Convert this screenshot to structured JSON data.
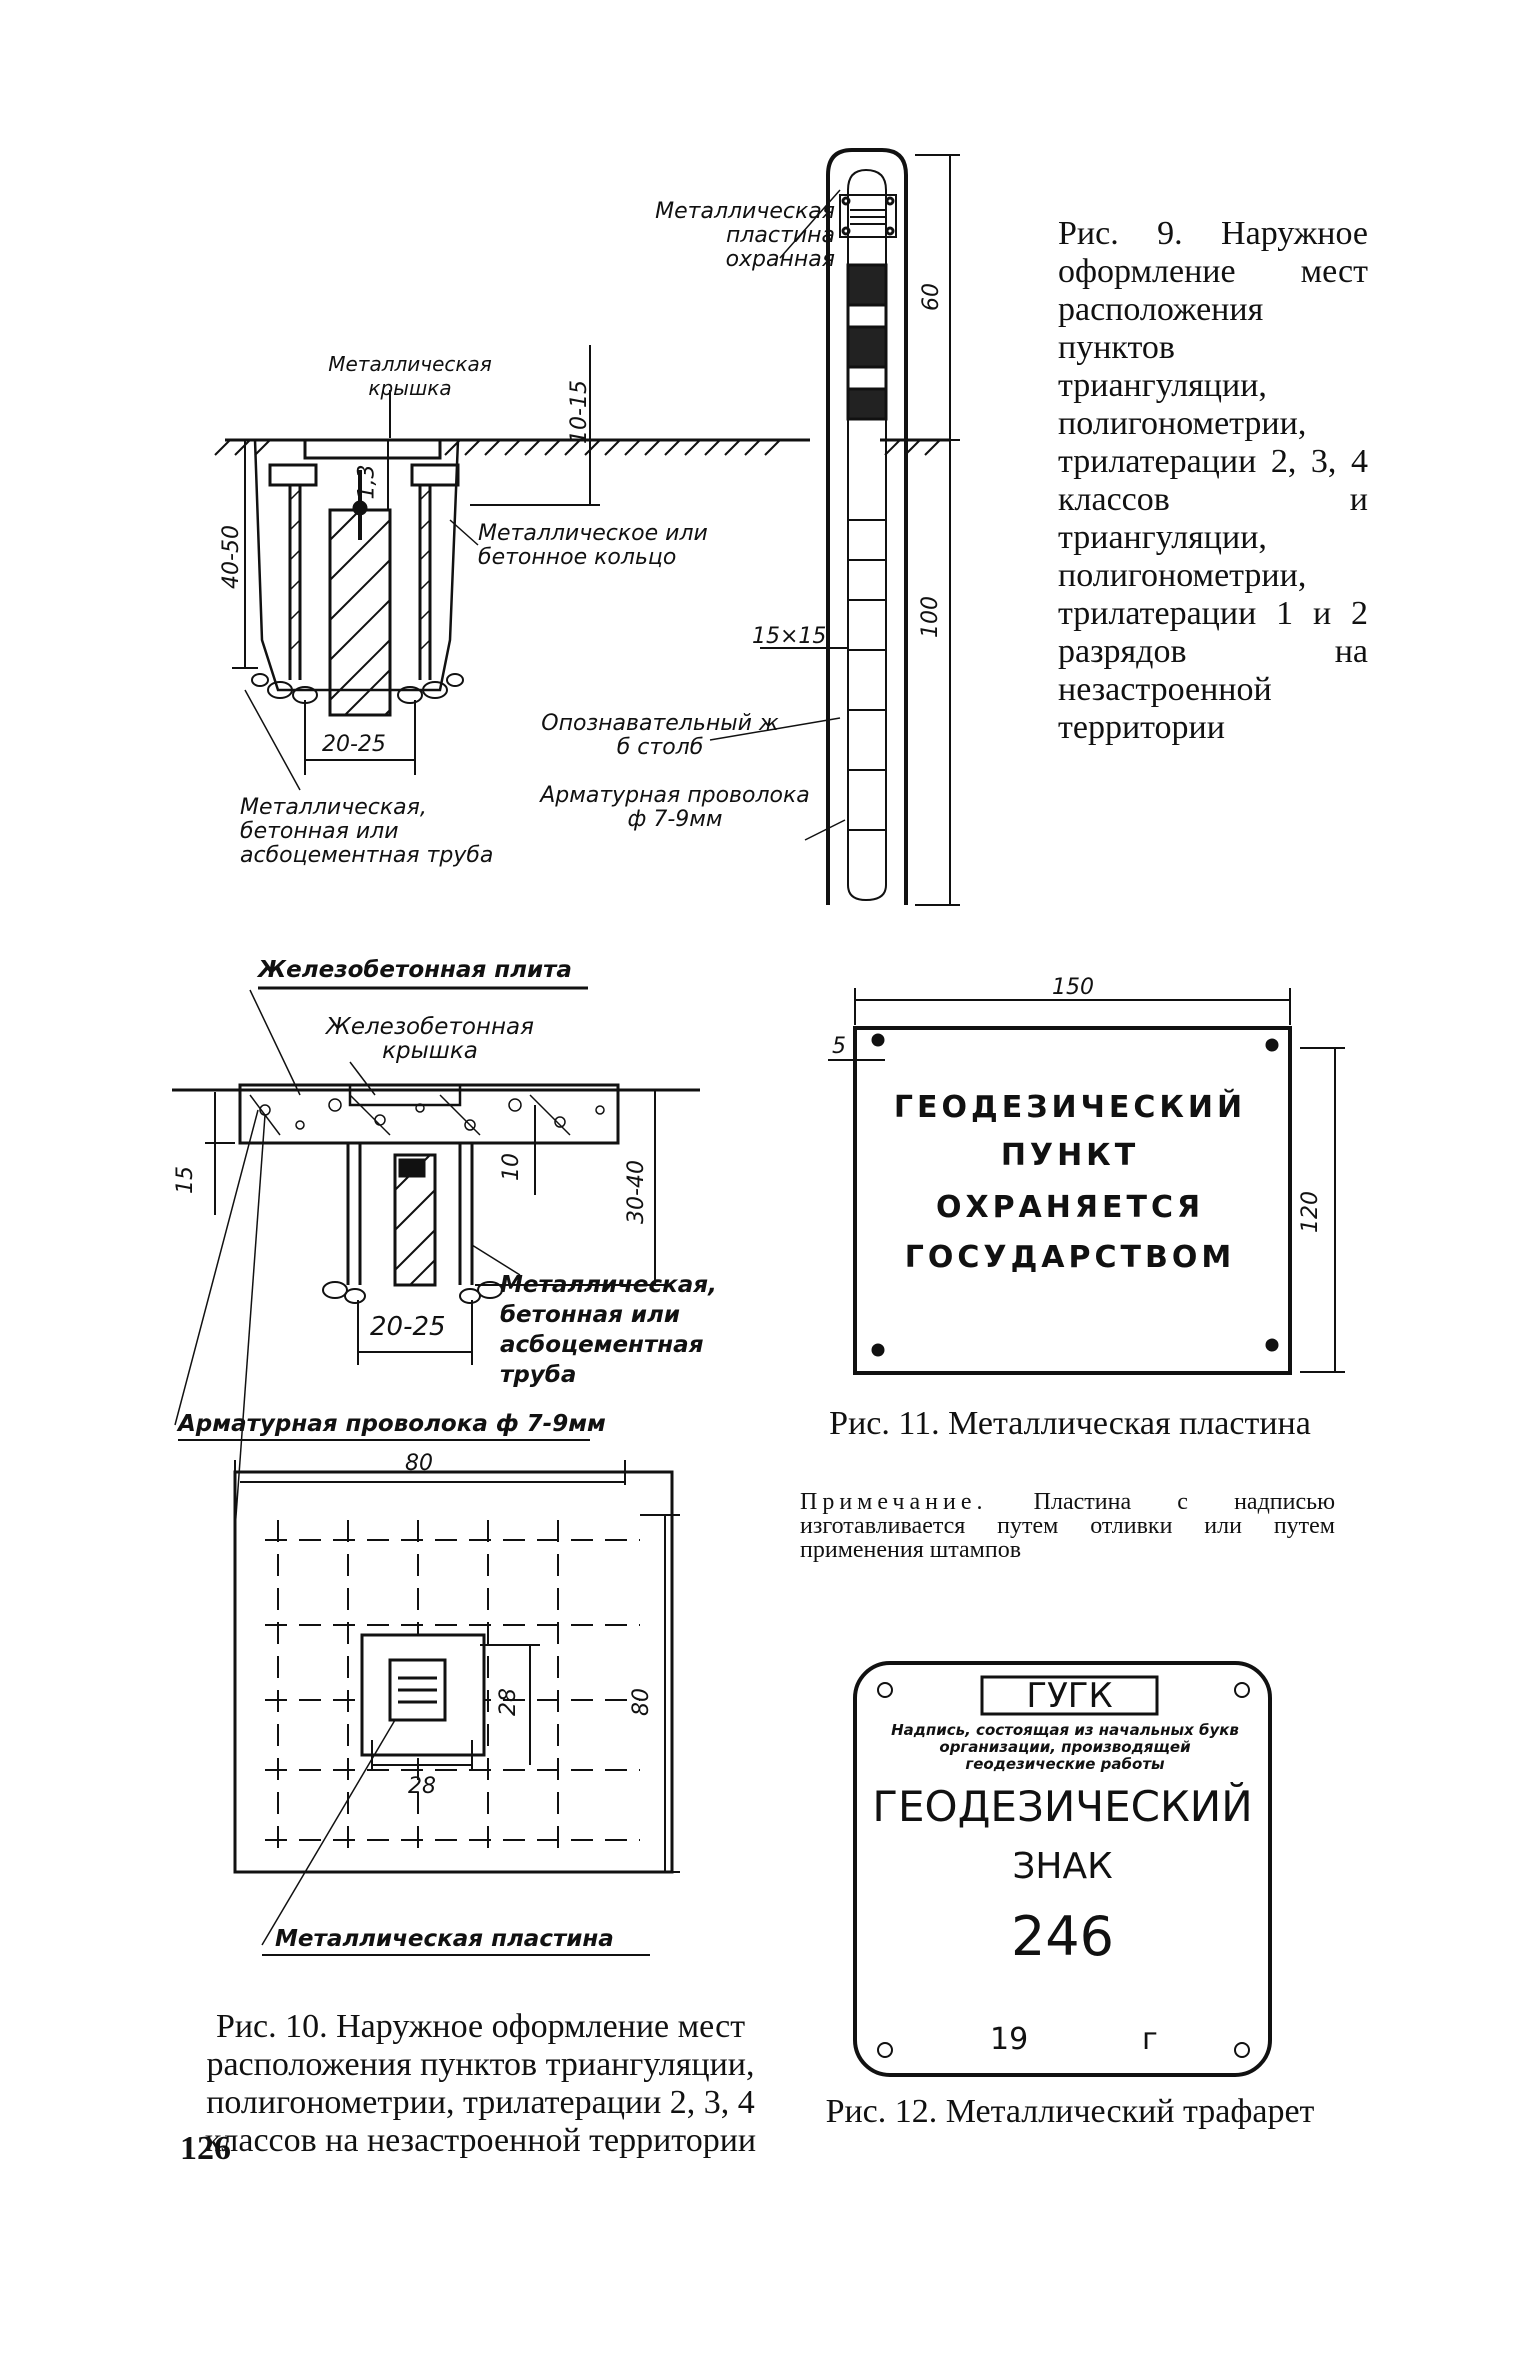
{
  "fig9": {
    "labels": {
      "plate": "Металлическая пластина охранная",
      "cap": "Металлическая крышка",
      "ring": "Металлическое или бетонное кольцо",
      "pillar": "Опознавательный ж б столб",
      "wire": "Арматурная проволока ф 7-9мм",
      "pipe": "Металлическая, бетонная или асбоцементная труба"
    },
    "dims": [
      "10-15",
      "1,3",
      "40-50",
      "20-25",
      "60",
      "100",
      "15×15"
    ],
    "caption": "Рис. 9. Наружное оформление мест расположения пунктов триангуляции, полигонометрии, трилатерации 2, 3, 4 классов и триангуляции, полигонометрии, трилатерации 1 и 2 разрядов на незастроенной территории"
  },
  "fig10": {
    "labels": {
      "slab": "Железобетонная плита",
      "lid": "Железобетонная крышка",
      "pipe": "Металлическая, бетонная или асбоцементная труба",
      "wire": "Арматурная проволока ф 7-9мм",
      "plate": "Металлическая пластина"
    },
    "dims": [
      "15",
      "10",
      "30-40",
      "20-25",
      "80",
      "80",
      "28",
      "28"
    ],
    "caption": "Рис. 10. Наружное оформление мест расположения пунктов триангуляции, полигонометрии, трилатерации 2, 3, 4 классов на незастроенной территории"
  },
  "fig11": {
    "dims": [
      "150",
      "5",
      "120"
    ],
    "plate_lines": [
      "ГЕОДЕЗИЧЕСКИЙ",
      "ПУНКТ",
      "ОХРАНЯЕТСЯ",
      "ГОСУДАРСТВОМ"
    ],
    "caption": "Рис. 11. Металлическая пластина",
    "note_label": "Примечание.",
    "note": "Пластина с надписью изготавливается путем отливки или путем применения штампов"
  },
  "fig12": {
    "org": "ГУГК",
    "org_note": "Надпись, состоящая из начальных букв организации, производящей геодезические работы",
    "title_line1": "ГЕОДЕЗИЧЕСКИЙ",
    "title_line2": "ЗНАК",
    "number": "246",
    "year_prefix": "19",
    "year_suffix": "г",
    "caption": "Рис. 12. Металлический трафарет"
  },
  "page_number": "126"
}
